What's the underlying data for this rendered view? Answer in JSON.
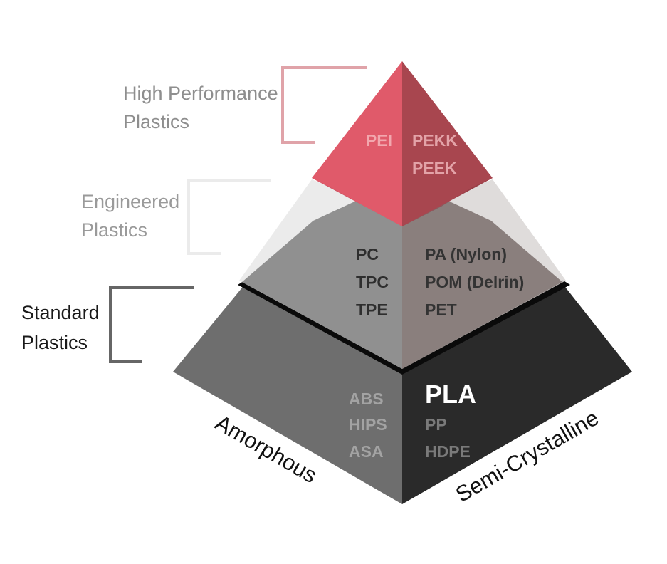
{
  "tiers": {
    "high_performance": {
      "label_lines": [
        "High Performance",
        "Plastics"
      ],
      "amorphous": [
        "PEI"
      ],
      "semi_crystalline": [
        "PEKK",
        "PEEK"
      ]
    },
    "engineered": {
      "label_lines": [
        "Engineered",
        "Plastics"
      ],
      "amorphous": [
        "PC",
        "TPC",
        "TPE"
      ],
      "semi_crystalline": [
        "PA (Nylon)",
        "POM (Delrin)",
        "PET"
      ]
    },
    "standard": {
      "label_lines": [
        "Standard",
        "Plastics"
      ],
      "amorphous": [
        "ABS",
        "HIPS",
        "ASA"
      ],
      "semi_crystalline_highlight": "PLA",
      "semi_crystalline": [
        "PP",
        "HDPE"
      ]
    }
  },
  "axis_labels": {
    "amorphous": "Amorphous",
    "semi_crystalline": "Semi-Crystalline"
  },
  "colors": {
    "high_perf_left": "#e05a6a",
    "high_perf_right": "#a8464f",
    "high_perf_bracket": "#e0a3a9",
    "engineered_left": "#8f8f8f",
    "engineered_right": "#8a7f7d",
    "engineered_bracket": "#e8e8e8",
    "standard_left": "#6e6e6e",
    "standard_right": "#2a2a2a",
    "standard_bracket": "#666666"
  }
}
